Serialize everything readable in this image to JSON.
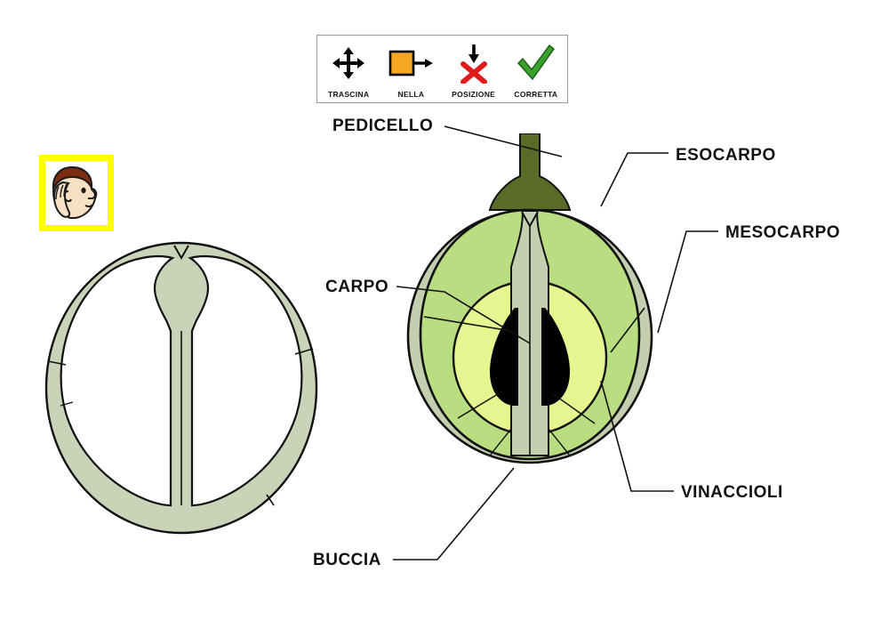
{
  "toolbar": {
    "items": [
      {
        "label": "TRASCINA",
        "icon": "move-arrows-icon"
      },
      {
        "label": "NELLA",
        "icon": "orange-square-arrow-icon"
      },
      {
        "label": "POSIZIONE",
        "icon": "red-cross-down-arrow-icon"
      },
      {
        "label": "CORRETTA",
        "icon": "green-check-icon"
      }
    ]
  },
  "listen_button": {
    "icon": "listen-ear-icon",
    "frame_color": "#ffff00"
  },
  "diagram": {
    "title_labels": [
      {
        "id": "pedicello",
        "text": "PEDICELLO"
      },
      {
        "id": "esocarpo",
        "text": "ESOCARPO"
      },
      {
        "id": "mesocarpo",
        "text": "MESOCARPO"
      },
      {
        "id": "carpo",
        "text": "CARPO"
      },
      {
        "id": "vinaccioli",
        "text": "VINACCIOLI"
      },
      {
        "id": "buccia",
        "text": "BUCCIA"
      }
    ],
    "colors": {
      "skin": "#c3cfae",
      "flesh": "#b9de82",
      "endocarp": "#e6f58f",
      "seed": "#000000",
      "stem": "#5a6b28",
      "outline": "#111111",
      "blank_fill": "#c9d3b7"
    },
    "blank_figure_name": "grape-cross-section-blank",
    "labeled_figure_name": "grape-cross-section-labeled"
  }
}
